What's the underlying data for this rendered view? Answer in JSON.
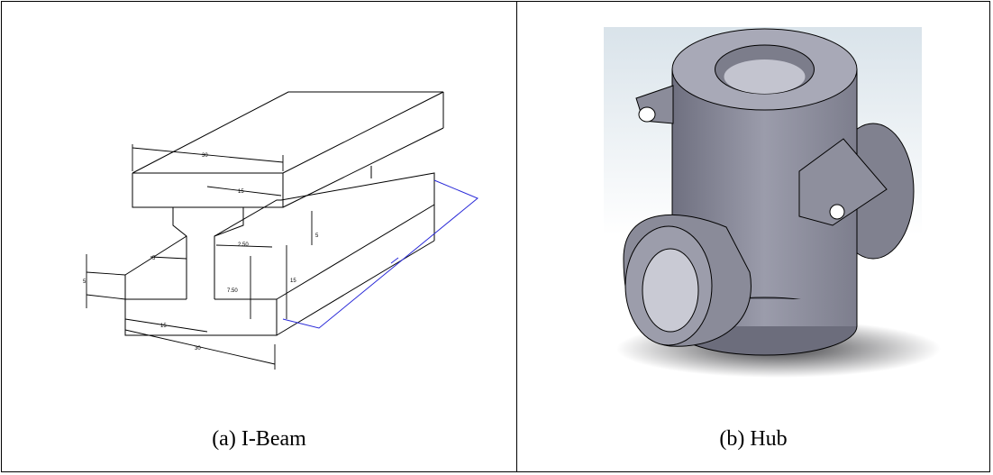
{
  "panels": [
    {
      "caption": "(a) I-Beam",
      "dimensions": {
        "top_width": "30",
        "top_inner": "15",
        "web_gap": "2.50",
        "flange_top": "5",
        "web_height": "15",
        "web_half": "7.50",
        "flange_bottom": "5",
        "base_left": "5",
        "base_inner": "15",
        "base_width": "30"
      }
    },
    {
      "caption": "(b) Hub"
    }
  ],
  "colors": {
    "border": "#000000",
    "hub_body": "#8e8f9d",
    "dimension_blue": "#2a2ad8"
  }
}
